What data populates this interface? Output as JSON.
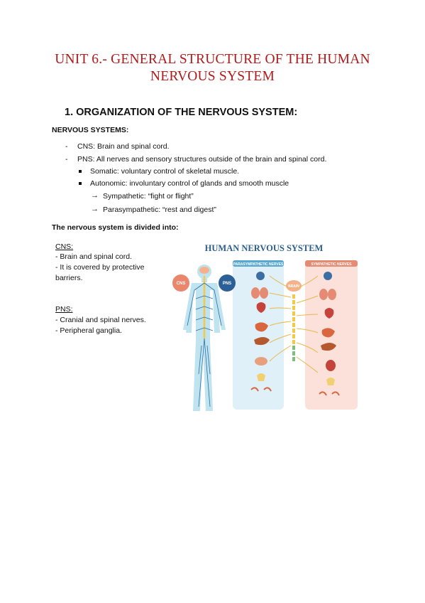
{
  "title_line1": "UNIT 6.- GENERAL STRUCTURE OF THE HUMAN",
  "title_line2": "NERVOUS SYSTEM",
  "section_heading": "1.  ORGANIZATION OF THE NERVOUS SYSTEM:",
  "subheading": "NERVOUS SYSTEMS:",
  "dash": "-",
  "arrow": "→",
  "bullets": {
    "cns": "CNS: Brain and spinal cord.",
    "pns": "PNS: All nerves and sensory structures outside of the brain and spinal cord.",
    "somatic": "Somatic: voluntary control of skeletal muscle.",
    "autonomic": "Autonomic: involuntary control of glands and smooth muscle",
    "sympathetic": "Sympathetic: “fight or flight”",
    "parasympathetic": "Parasympathetic: “rest and digest”"
  },
  "divided_heading": "The nervous system is divided into:",
  "cns_block": {
    "label": "CNS:",
    "line1": "- Brain and spinal cord.",
    "line2": "- It is covered by protective",
    "line3": "barriers."
  },
  "pns_block": {
    "label": "PNS:",
    "line1": "- Cranial and spinal nerves.",
    "line2": "- Peripheral ganglia."
  },
  "figure": {
    "title": "HUMAN NERVOUS SYSTEM",
    "left_panel": "PARASYMPATHETIC NERVES",
    "right_panel": "SYMPATHETIC NERVES",
    "brain": "BRAIN",
    "cns_badge": "CNS",
    "pns_badge": "PNS",
    "colors": {
      "title": "#2d5f8a",
      "left_panel_bg": "#dff0f8",
      "right_panel_bg": "#fbe1da",
      "body": "#bfe3ef",
      "nerves": "#2b6fa8",
      "organs": "#d9663e",
      "spine": "#f2c94c"
    }
  }
}
